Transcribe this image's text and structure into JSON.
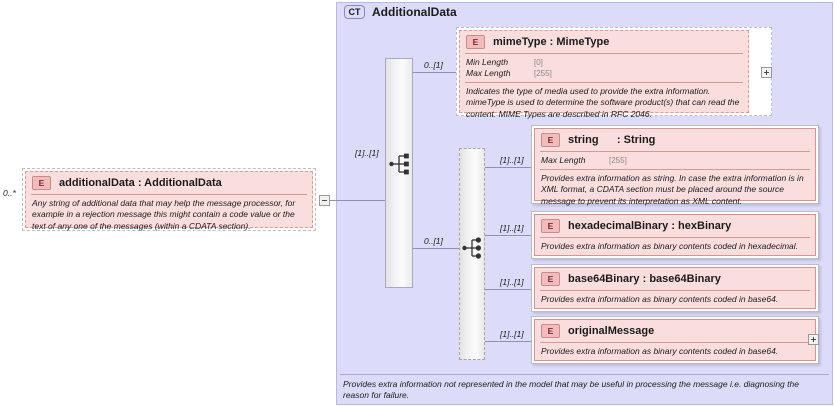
{
  "diagram": {
    "type": "xsd-schema-diagram",
    "colors": {
      "panel_background": "#dcdcfa",
      "element_background": "#fadddd",
      "element_badge": "#f3bcbc",
      "connector_line": "#8f8fb5",
      "facet_value": "#8a8a8a"
    }
  },
  "root_element": {
    "badge": "E",
    "name": "additionalData : AdditionalData",
    "cardinality": "0..*",
    "documentation": "Any string of additional data that may help the message processor, for example in a rejection message this might contain a code value or the text of any one of the messages (within a CDATA section).",
    "toggle": "minus"
  },
  "complex_type": {
    "badge": "CT",
    "name": "AdditionalData",
    "footer_documentation": "Provides extra information not represented in the model that may be useful in processing the message i.e. diagnosing the reason for failure."
  },
  "compositors": [
    {
      "name": "sequence",
      "symbol": "sequence-icon",
      "cardinality": "[1]..[1]",
      "style": "solid"
    },
    {
      "name": "choice",
      "symbol": "choice-icon",
      "cardinality": "0..[1]",
      "style": "dashed"
    }
  ],
  "elements": [
    {
      "id": "mimeType",
      "badge": "E",
      "name": "mimeType : MimeType",
      "cardinality": "0..[1]",
      "optional": true,
      "facets": [
        {
          "label": "Min Length",
          "value": "[0]"
        },
        {
          "label": "Max Length",
          "value": "[255]"
        }
      ],
      "documentation": "Indicates the type of media used to provide the extra information. mimeType is used to determine the software product(s) that can read the content. MIME Types are described in RFC 2046.",
      "toggle": "plus"
    },
    {
      "id": "string",
      "badge": "E",
      "name": "string      : String",
      "cardinality": "[1]..[1]",
      "optional": false,
      "facets": [
        {
          "label": "Max Length",
          "value": "[255]"
        }
      ],
      "documentation": "Provides extra information as string. In case the extra information is in XML format, a CDATA section must be placed around the source message to prevent its interpretation as XML content.",
      "toggle": null
    },
    {
      "id": "hexadecimalBinary",
      "badge": "E",
      "name": "hexadecimalBinary : hexBinary",
      "cardinality": "[1]..[1]",
      "optional": false,
      "facets": [],
      "documentation": "Provides extra information as binary contents coded in hexadecimal.",
      "toggle": null
    },
    {
      "id": "base64Binary",
      "badge": "E",
      "name": "base64Binary : base64Binary",
      "cardinality": "[1]..[1]",
      "optional": false,
      "facets": [],
      "documentation": "Provides extra information as binary contents coded in base64.",
      "toggle": null
    },
    {
      "id": "originalMessage",
      "badge": "E",
      "name": "originalMessage",
      "cardinality": "[1]..[1]",
      "optional": false,
      "facets": [],
      "documentation": "Provides extra information as binary contents coded in base64.",
      "toggle": "plus"
    }
  ]
}
